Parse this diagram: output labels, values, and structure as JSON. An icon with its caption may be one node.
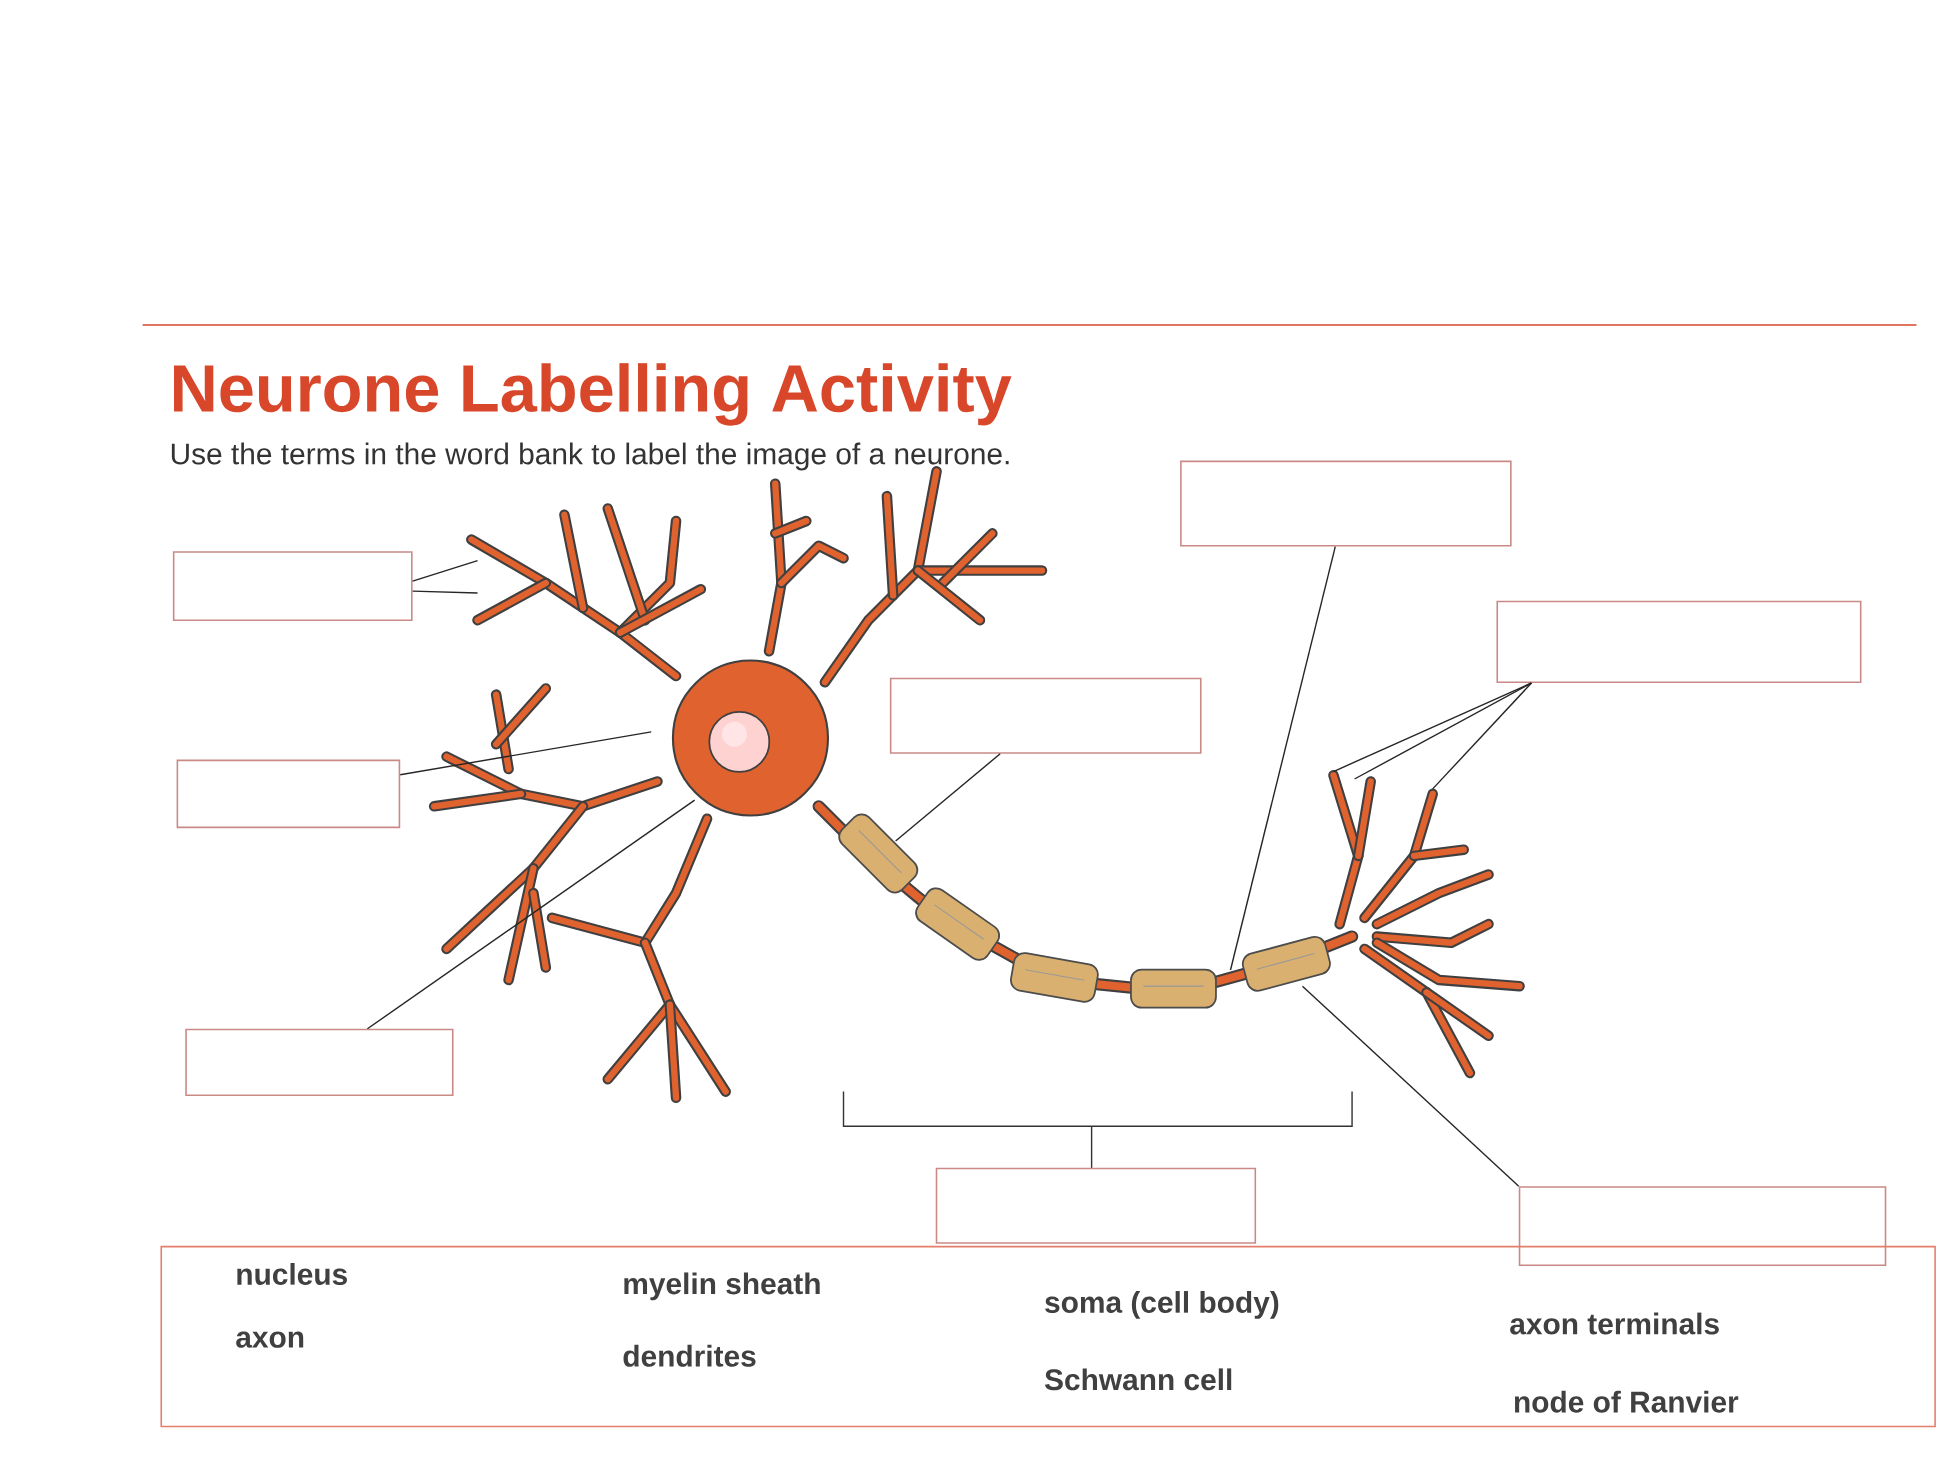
{
  "diagram": {
    "title": "Neurone Labelling Activity",
    "nodes": [
      {
        "text": [],
        "shape": "box"
      },
      {
        "text": [],
        "shape": "box"
      },
      {
        "text": [],
        "shape": "box"
      },
      {
        "text": [],
        "shape": "box"
      },
      {
        "text": [],
        "shape": "box"
      },
      {
        "text": [],
        "shape": "box"
      },
      {
        "text": [],
        "shape": "box"
      },
      {
        "text": [],
        "shape": "box"
      },
      {
        "text": [
          "nucleus",
          "axon",
          "myelin sheath",
          "dendrites",
          "soma (cell body)",
          "Schwann cell",
          "axon terminals",
          "node of Ranvier"
        ]
      }
    ],
    "edges": [
      {
        "from": 0,
        "to": null,
        "arrow": "none"
      },
      {
        "from": 0,
        "to": null,
        "arrow": "none"
      },
      {
        "from": 1,
        "to": null,
        "arrow": "none"
      },
      {
        "from": 2,
        "to": null,
        "arrow": "none"
      },
      {
        "from": 3,
        "to": null,
        "arrow": "none"
      },
      {
        "from": 4,
        "to": null,
        "arrow": "none"
      },
      {
        "from": 5,
        "to": null,
        "arrow": "none"
      },
      {
        "from": 5,
        "to": null,
        "arrow": "none"
      },
      {
        "from": 5,
        "to": null,
        "arrow": "none"
      },
      {
        "from": 7,
        "to": null,
        "arrow": "none"
      }
    ],
    "labels": [
      "Use the terms in the word bank to label the image of a neurone."
    ]
  }
}
